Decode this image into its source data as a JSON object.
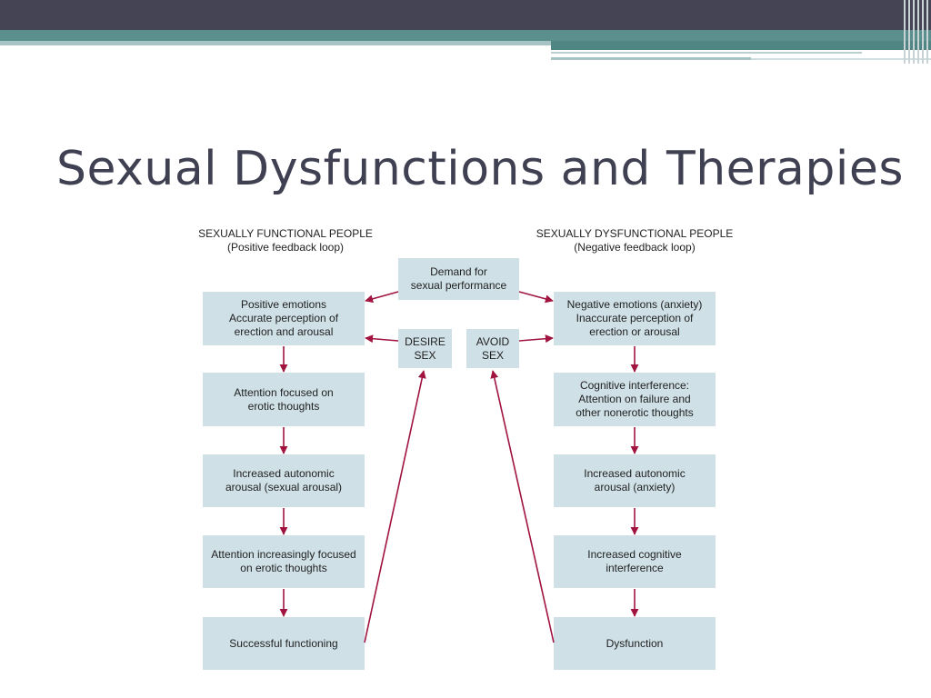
{
  "slide": {
    "title": "Sexual Dysfunctions and Therapies"
  },
  "diagram": {
    "left_heading": [
      "SEXUALLY FUNCTIONAL PEOPLE",
      "(Positive feedback loop)"
    ],
    "right_heading": [
      "SEXUALLY DYSFUNCTIONAL PEOPLE",
      "(Negative feedback loop)"
    ],
    "demand": [
      "Demand for",
      "sexual performance"
    ],
    "desire": [
      "DESIRE",
      "SEX"
    ],
    "avoid": [
      "AVOID",
      "SEX"
    ],
    "left_column": [
      [
        "Positive emotions",
        "Accurate perception of",
        "erection and arousal"
      ],
      [
        "Attention focused on",
        "erotic thoughts"
      ],
      [
        "Increased autonomic",
        "arousal (sexual arousal)"
      ],
      [
        "Attention increasingly focused",
        "on erotic thoughts"
      ],
      [
        "Successful functioning"
      ]
    ],
    "right_column": [
      [
        "Negative emotions (anxiety)",
        "Inaccurate perception of",
        "erection or arousal"
      ],
      [
        "Cognitive interference:",
        "Attention on failure and",
        "other nonerotic thoughts"
      ],
      [
        "Increased autonomic",
        "arousal (anxiety)"
      ],
      [
        "Increased cognitive",
        "interference"
      ],
      [
        "Dysfunction"
      ]
    ],
    "colors": {
      "box_fill": "#cfe0e7",
      "arrow": "#a0143f"
    }
  }
}
